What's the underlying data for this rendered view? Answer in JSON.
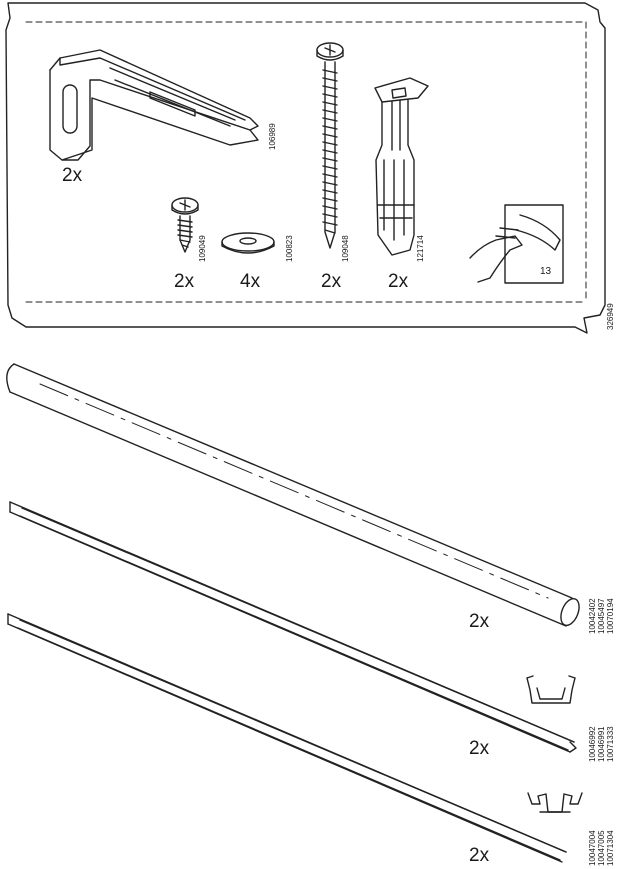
{
  "hardware_bag": {
    "bag_code": "326949",
    "parts": [
      {
        "name": "bracket",
        "qty": "2x",
        "code": "106989"
      },
      {
        "name": "short-screw",
        "qty": "2x",
        "code": "109049"
      },
      {
        "name": "washer",
        "qty": "4x",
        "code": "100823"
      },
      {
        "name": "long-screw",
        "qty": "2x",
        "code": "109048"
      },
      {
        "name": "wall-plug",
        "qty": "2x",
        "code": "121714"
      }
    ],
    "sticker_page": "13"
  },
  "rails": [
    {
      "name": "round-rod",
      "qty": "2x",
      "codes": [
        "10042402",
        "10045497",
        "10070194"
      ]
    },
    {
      "name": "u-channel-rail",
      "qty": "2x",
      "codes": [
        "10046992",
        "10046991",
        "10071333"
      ]
    },
    {
      "name": "clip-rail",
      "qty": "2x",
      "codes": [
        "10047004",
        "10047005",
        "10071304"
      ]
    }
  ]
}
